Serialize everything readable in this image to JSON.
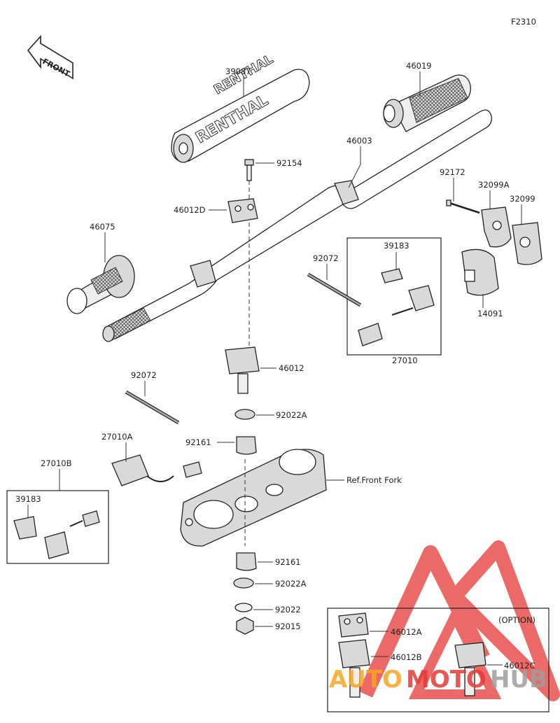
{
  "diagram_code": "F2310",
  "front_arrow": "FRONT",
  "brand_text": "RENTHAL",
  "parts": {
    "p39087": "39087",
    "p46019": "46019",
    "p46003": "46003",
    "p92154": "92154",
    "p46012D": "46012D",
    "p46075": "46075",
    "p92172": "92172",
    "p32099A": "32099A",
    "p32099": "32099",
    "p39183_top": "39183",
    "p92072_top": "92072",
    "p14091": "14091",
    "p27010": "27010",
    "p46012": "46012",
    "p92072_mid": "92072",
    "p92022A_top": "92022A",
    "p27010A": "27010A",
    "p92161_top": "92161",
    "p27010B": "27010B",
    "p39183_left": "39183",
    "ref_front_fork": "Ref.Front Fork",
    "p92161_bot": "92161",
    "p92022A_bot": "92022A",
    "p92022": "92022",
    "p92015": "92015",
    "option_label": "(OPTION)",
    "p46012A": "46012A",
    "p46012B": "46012B",
    "p46012C": "46012C"
  },
  "watermark": {
    "part1": "AUTO",
    "part2": "MOTO",
    "part3": "HUB",
    "color_orange": "#f5a623",
    "color_red": "#e53935",
    "color_grey": "#9e9e9e"
  }
}
